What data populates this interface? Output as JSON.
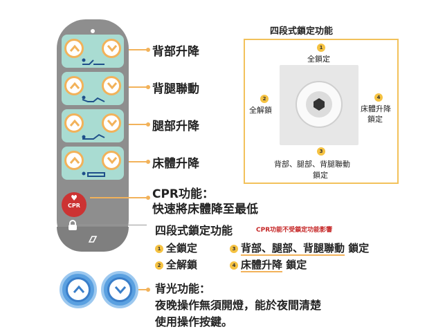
{
  "remote": {
    "rows": [
      {
        "label": "背部升降"
      },
      {
        "label": "背腿聯動"
      },
      {
        "label": "腿部升降"
      },
      {
        "label": "床體升降"
      }
    ],
    "cpr_button": "CPR",
    "cpr_title": "CPR功能：",
    "cpr_desc": "快速將床體降至最低"
  },
  "lock": {
    "title": "四段式鎖定功能",
    "positions": [
      {
        "num": "1",
        "label": "全鎖定"
      },
      {
        "num": "2",
        "label": "全解鎖"
      },
      {
        "num": "3",
        "label_line1": "背部、腿部、背腿聯動",
        "label_line2": "鎖定"
      },
      {
        "num": "4",
        "label_line1": "床體升降",
        "label_line2": "鎖定"
      }
    ]
  },
  "modes": {
    "title": "四段式鎖定功能",
    "note": "CPR功能不受鎖定功能影響",
    "m1": "全鎖定",
    "m2": "全解鎖",
    "m3": "背部、腿部、背腿聯動",
    "m3_suffix": "鎖定",
    "m4": "床體升降",
    "m4_suffix": "鎖定"
  },
  "backlight": {
    "title": "背光功能：",
    "line1": "夜晚操作無須開燈，能於夜間清楚",
    "line2": "使用操作按鍵。"
  },
  "colors": {
    "accent": "#f2b25a",
    "pill": "#a9dcd2",
    "blue": "#5aa0e0",
    "cpr": "#cc3333"
  }
}
